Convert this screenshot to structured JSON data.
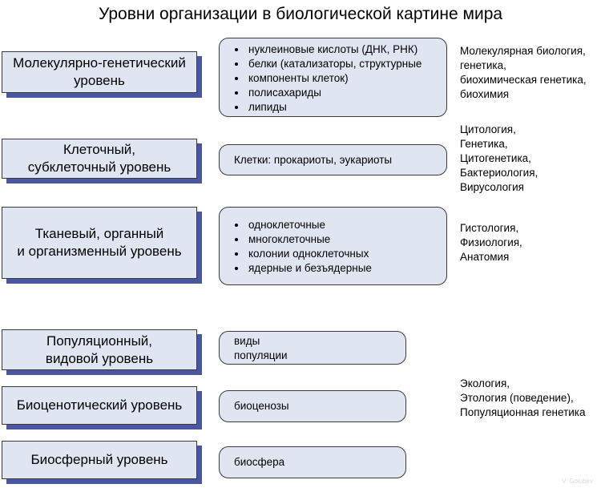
{
  "title": "Уровни организации в биологической картине мира",
  "levels": [
    {
      "name": [
        "Молекулярно-генетический",
        "уровень"
      ],
      "content_type": "list",
      "content": [
        "нуклеиновые кислоты (ДНК, РНК)",
        "белки (катализаторы, структурные",
        "компоненты клеток)",
        "полисахариды",
        "липиды"
      ]
    },
    {
      "name": [
        "Клеточный,",
        "субклеточный уровень"
      ],
      "content_type": "plain",
      "content": [
        "Клетки: прокариоты, эукариоты"
      ]
    },
    {
      "name": [
        "Тканевый, органный",
        "и организменный уровень"
      ],
      "content_type": "list",
      "content": [
        "одноклеточные",
        "многоклеточные",
        "колонии одноклеточных",
        "ядерные и безъядерные"
      ]
    },
    {
      "name": [
        "Популяционный,",
        "видовой уровень"
      ],
      "content_type": "plain",
      "content": [
        "виды",
        "популяции"
      ]
    },
    {
      "name": [
        "Биоценотический уровень"
      ],
      "content_type": "plain",
      "content": [
        "биоценозы"
      ]
    },
    {
      "name": [
        "Биосферный уровень"
      ],
      "content_type": "plain",
      "content": [
        "биосфера"
      ]
    }
  ],
  "sciences": [
    [
      "Молекулярная биология,",
      "генетика,",
      "биохимическая генетика,",
      "биохимия"
    ],
    [
      "Цитология,",
      "Генетика,",
      "Цитогенетика,",
      "Бактериология,",
      "Вирусология"
    ],
    [
      "Гистология,",
      "Физиология,",
      "Анатомия"
    ],
    [
      "Экология,",
      "Этология (поведение),",
      "Популяционная генетика"
    ]
  ],
  "watermark": "V. Golubev",
  "colors": {
    "box_fill": "#dfe6f2",
    "shadow": "#4a57a0",
    "border": "#3a3a3a"
  }
}
